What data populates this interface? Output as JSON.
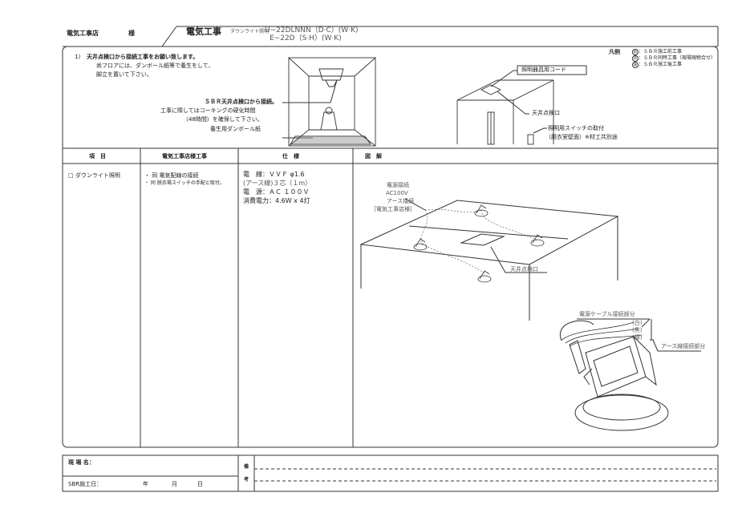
{
  "header": {
    "contractor": "電気工事店",
    "honorific": "様",
    "title": "電気工事",
    "product_label": "ダウンライト照明",
    "model_1": "U−22DLNNN（D·C）(W·K)",
    "model_2": "E−22D（S·H）(W·K)"
  },
  "legend": {
    "title": "凡例",
    "items": [
      {
        "mark": "前",
        "text": "：ＳＢＲ施工前工事"
      },
      {
        "mark": "同",
        "text": "：ＳＢＲ同時工事（現場現物合せ）"
      },
      {
        "mark": "後",
        "text": "：ＳＢＲ施工後工事"
      }
    ]
  },
  "notes": {
    "num": "1)",
    "line1": "天井点検口から接続工事をお願い致します。",
    "line2": "尚フロアには、ダンボール紙等で養生をして、",
    "line3": "脚立を置いて下さい。"
  },
  "callouts": {
    "c1": "ＳＢＲ天井点検口から接続。",
    "c2": "工事に際してはコーキングの硬化時間",
    "c3": "（48時間）を確保して下さい。",
    "c4": "養生用ダンボール紙",
    "cord": "照明器具用コード",
    "hatch": "天井点検口",
    "switch1": "照明用スイッチの取付",
    "switch2": "（脱衣室壁面）※材工共別途"
  },
  "table": {
    "headers": {
      "item": "項　目",
      "work": "電気工事店様工事",
      "spec": "仕　様",
      "figure": "図　解"
    },
    "row": {
      "item": "□ ダウンライト照明",
      "work1": "・ 同 電気配線の接続",
      "work2": "・ 同 脱衣場スイッチの手配と取付。",
      "spec1": "電　線：ＶＶＦ φ1.6",
      "spec2": "(アース線)３芯（１m）",
      "spec3": "電　源：ＡＣ １００Ｖ",
      "spec4": "消費電力：4.6W x 4灯"
    }
  },
  "diagram": {
    "power1": "電源接続",
    "power2": "AC100V",
    "earth": "アース接続",
    "shop": "［電気工事店様］",
    "hatch": "天井点検口",
    "cable": "電源ケーブル接続部分",
    "white": "(白)",
    "black": "(黒)",
    "green": "(緑)",
    "earth_part": "アース線接続部分"
  },
  "footer": {
    "site_label": "現 場 名：",
    "date_label": "SBR施工日：",
    "year": "年",
    "month": "月",
    "day": "日",
    "remarks1": "備",
    "remarks2": "考"
  }
}
